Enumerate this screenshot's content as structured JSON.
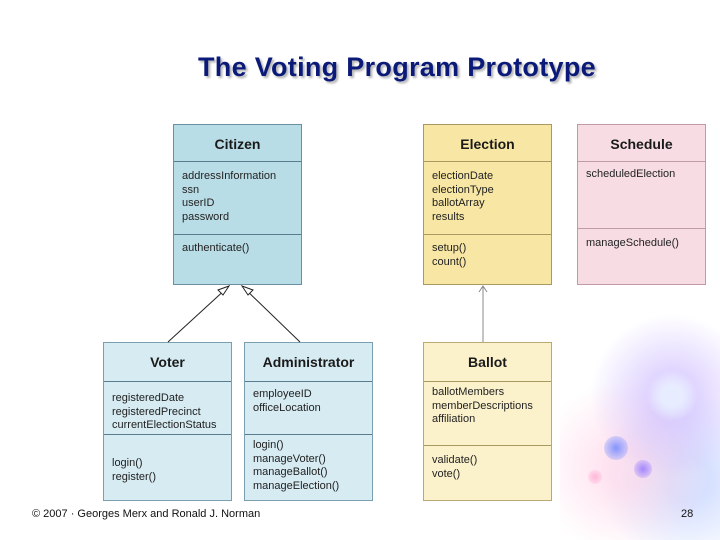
{
  "title": "The Voting Program Prototype",
  "classes": {
    "citizen": {
      "name": "Citizen",
      "attributes": [
        "addressInformation",
        "ssn",
        "userID",
        "password"
      ],
      "methods": [
        "authenticate()"
      ]
    },
    "election": {
      "name": "Election",
      "attributes": [
        "electionDate",
        "electionType",
        "ballotArray",
        "results"
      ],
      "methods": [
        "setup()",
        "count()"
      ]
    },
    "schedule": {
      "name": "Schedule",
      "attributes": [
        "scheduledElection"
      ],
      "methods": [
        "manageSchedule()"
      ]
    },
    "voter": {
      "name": "Voter",
      "attributes": [
        "registeredDate",
        "registeredPrecinct",
        "currentElectionStatus"
      ],
      "methods": [
        "login()",
        "register()"
      ]
    },
    "administrator": {
      "name": "Administrator",
      "attributes": [
        "employeeID",
        "officeLocation"
      ],
      "methods": [
        "login()",
        "manageVoter()",
        "manageBallot()",
        "manageElection()"
      ]
    },
    "ballot": {
      "name": "Ballot",
      "attributes": [
        "ballotMembers",
        "memberDescriptions",
        "affiliation"
      ],
      "methods": [
        "validate()",
        "vote()"
      ]
    }
  },
  "footer": "© 2007 · Georges Merx and Ronald J. Norman",
  "page_number": "28",
  "colors": {
    "title": "#0b1a78",
    "citizen_fill": "#b9dde6",
    "voter_fill": "#d6ebf2",
    "election_fill": "#f8e7a4",
    "ballot_fill": "#fbf2cc",
    "schedule_fill": "#f7dde3"
  }
}
